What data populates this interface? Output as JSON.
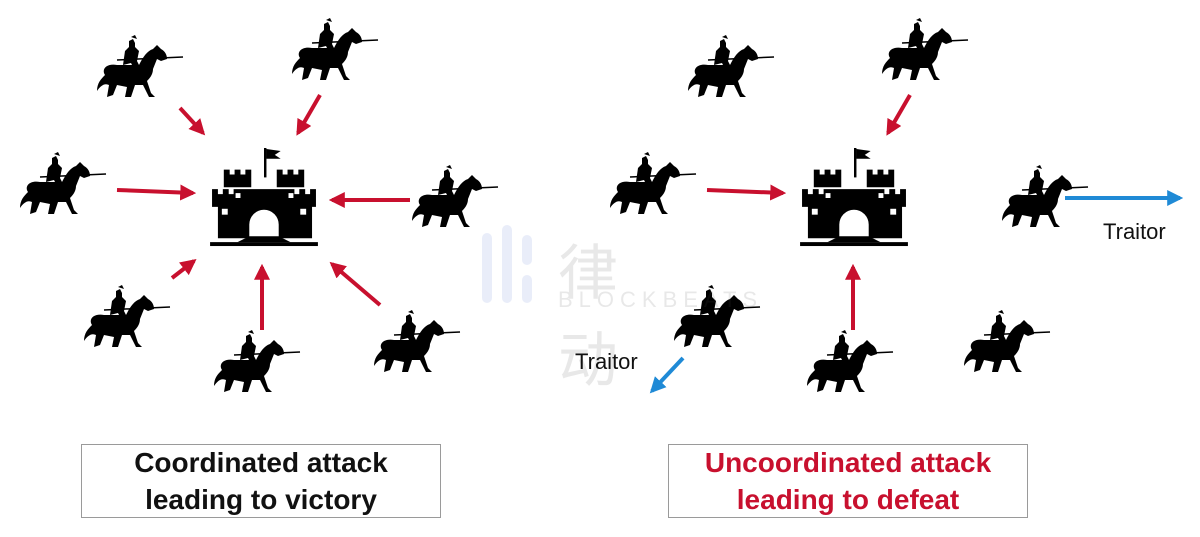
{
  "colors": {
    "attack_arrow": "#c8102e",
    "traitor_arrow": "#1f8ad6",
    "text": "#111111"
  },
  "left_panel": {
    "caption_line1": "Coordinated attack",
    "caption_line2": "leading to victory",
    "knights": 7,
    "attacking": 7
  },
  "right_panel": {
    "caption_line1": "Uncoordinated attack",
    "caption_line2": "leading to defeat",
    "knights": 7,
    "attacking": 3,
    "traitor_labels": [
      "Traitor",
      "Traitor"
    ]
  },
  "watermark": {
    "cn": "律动",
    "en": "BLOCKBEATS"
  },
  "icons": [
    "knight-icon",
    "castle-icon"
  ]
}
